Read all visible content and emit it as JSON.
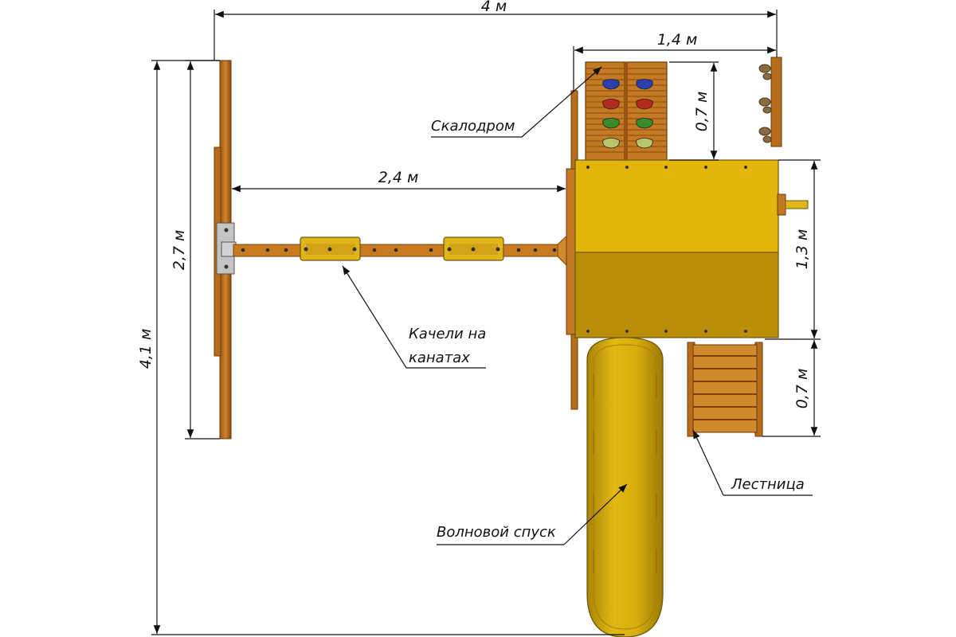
{
  "dimensions": {
    "total_width": "4 м",
    "platform_width": "1,4 м",
    "swing_beam_length": "2,4 м",
    "swing_frame_length": "2,7 м",
    "total_length": "4,1 м",
    "climbing_wall_height": "0,7 м",
    "platform_depth": "1,3 м",
    "ladder_length": "0,7 м"
  },
  "labels": {
    "climbing_wall": "Скалодром",
    "swings_line1": "Качели на",
    "swings_line2": "канатах",
    "ladder": "Лестница",
    "slide": "Волновой спуск"
  },
  "colors": {
    "wood": "#c97a1e",
    "wood_dark": "#8a4a12",
    "roof": "#e3b50c",
    "roof_shadow": "#b98f08",
    "slide": "#d6a90a",
    "ink": "#111111"
  },
  "holds": [
    {
      "color": "#2b3fae"
    },
    {
      "color": "#2b3fae"
    },
    {
      "color": "#b72a1c"
    },
    {
      "color": "#b72a1c"
    },
    {
      "color": "#3a8a2a"
    },
    {
      "color": "#3a8a2a"
    },
    {
      "color": "#b9c66a"
    },
    {
      "color": "#b9c66a"
    }
  ]
}
